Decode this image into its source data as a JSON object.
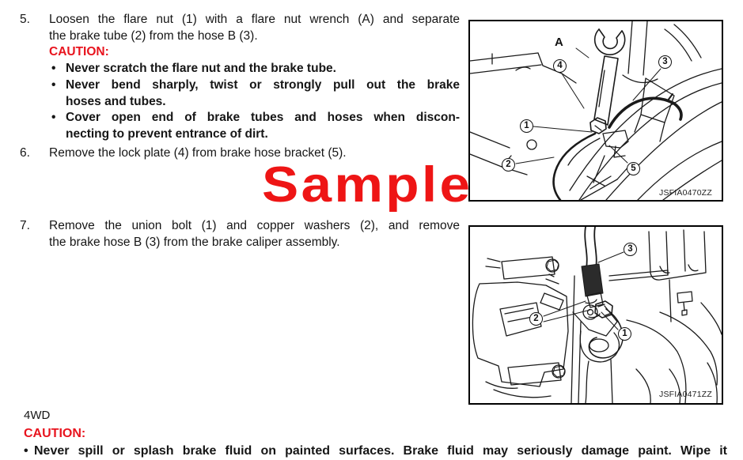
{
  "watermark": "Sample",
  "ui": {
    "bullet": "•"
  },
  "colors": {
    "caution_red": "#e8141e",
    "watermark_red": "#ee1515"
  },
  "steps": {
    "s5": {
      "num": "5.",
      "line1": "Loosen the flare nut (1) with a flare nut wrench (A) and separate",
      "line2": "the brake tube (2) from the hose B (3).",
      "caution_label": "CAUTION:",
      "bullets": {
        "b1": {
          "line1": "Never scratch the flare nut and the brake tube."
        },
        "b2": {
          "line1": "Never bend sharply, twist or strongly pull out the brake",
          "line2": "hoses and tubes."
        },
        "b3": {
          "line1": "Cover open end of brake tubes and hoses when discon-",
          "line2": "necting to prevent entrance of dirt."
        }
      }
    },
    "s6": {
      "num": "6.",
      "line1": "Remove the lock plate (4) from brake hose bracket (5)."
    },
    "s7": {
      "num": "7.",
      "line1": "Remove the union bolt (1) and copper washers (2), and remove",
      "line2": "the brake hose B (3) from the brake caliper assembly."
    }
  },
  "figures": {
    "fig1": {
      "code": "JSFIA0470ZZ",
      "tool_label": "A",
      "callouts": {
        "c1": "1",
        "c2": "2",
        "c3": "3",
        "c4": "4",
        "c5": "5"
      }
    },
    "fig2": {
      "code": "JSFIA0471ZZ",
      "callouts": {
        "c1": "1",
        "c2": "2",
        "c3": "3"
      }
    }
  },
  "footer": {
    "drivetrain": "4WD",
    "caution_label": "CAUTION:",
    "bullet_text": "Never spill or splash brake fluid on painted surfaces. Brake fluid may seriously damage paint. Wipe it"
  }
}
